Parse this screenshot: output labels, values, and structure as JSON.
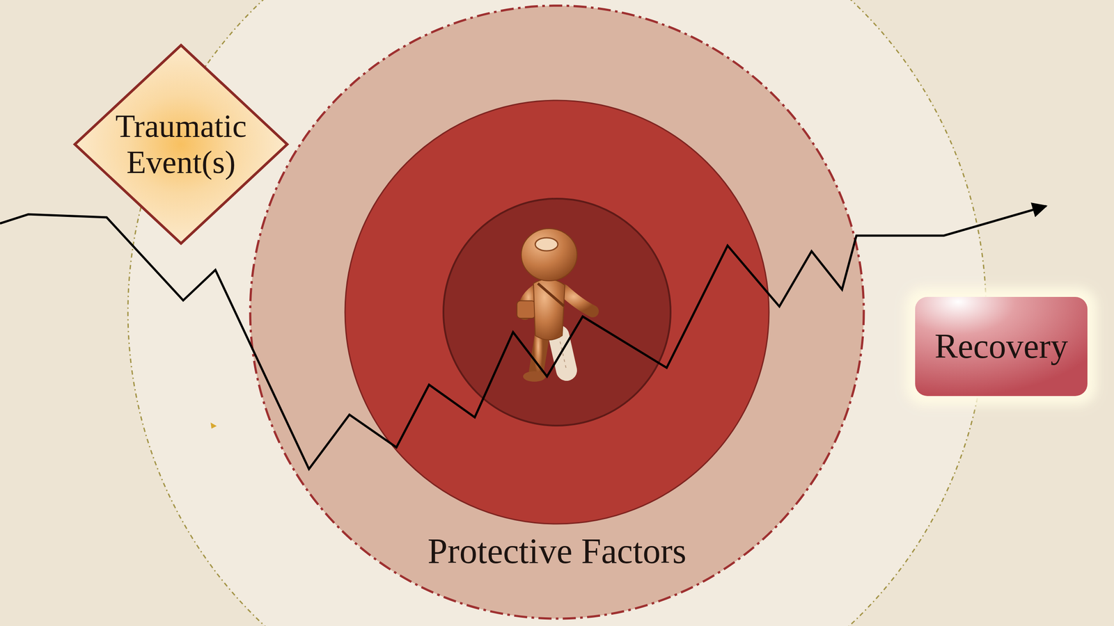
{
  "diagram": {
    "nodes": [
      {
        "text": [
          "Traumatic Event(s)"
        ]
      },
      {
        "text": [
          "Protective Factors"
        ]
      },
      {
        "text": [
          "Recovery"
        ]
      }
    ]
  }
}
